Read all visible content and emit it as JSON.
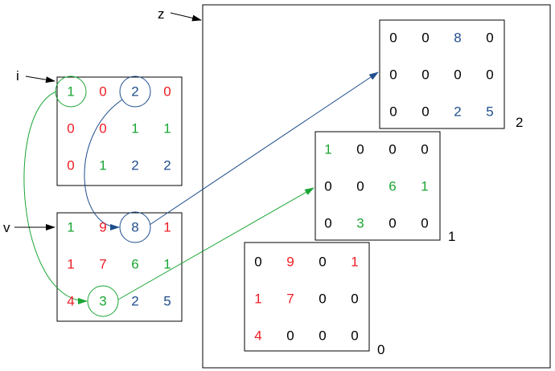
{
  "colors": {
    "black": "#000000",
    "red": "#ee1c24",
    "green": "#1aa534",
    "blue": "#1f4e8c"
  },
  "labels": {
    "i": "i",
    "v": "v",
    "z": "z",
    "slice0": "0",
    "slice1": "1",
    "slice2": "2"
  },
  "matrix_i": [
    [
      {
        "v": "1",
        "c": "green"
      },
      {
        "v": "0",
        "c": "red"
      },
      {
        "v": "2",
        "c": "blue"
      },
      {
        "v": "0",
        "c": "red"
      }
    ],
    [
      {
        "v": "0",
        "c": "red"
      },
      {
        "v": "0",
        "c": "red"
      },
      {
        "v": "1",
        "c": "green"
      },
      {
        "v": "1",
        "c": "green"
      }
    ],
    [
      {
        "v": "0",
        "c": "red"
      },
      {
        "v": "1",
        "c": "green"
      },
      {
        "v": "2",
        "c": "blue"
      },
      {
        "v": "2",
        "c": "blue"
      }
    ]
  ],
  "matrix_v": [
    [
      {
        "v": "1",
        "c": "green"
      },
      {
        "v": "9",
        "c": "red"
      },
      {
        "v": "8",
        "c": "blue"
      },
      {
        "v": "1",
        "c": "red"
      }
    ],
    [
      {
        "v": "1",
        "c": "red"
      },
      {
        "v": "7",
        "c": "red"
      },
      {
        "v": "6",
        "c": "green"
      },
      {
        "v": "1",
        "c": "green"
      }
    ],
    [
      {
        "v": "4",
        "c": "red"
      },
      {
        "v": "3",
        "c": "green"
      },
      {
        "v": "2",
        "c": "blue"
      },
      {
        "v": "5",
        "c": "blue"
      }
    ]
  ],
  "matrix_z0": [
    [
      {
        "v": "0",
        "c": "black"
      },
      {
        "v": "9",
        "c": "red"
      },
      {
        "v": "0",
        "c": "black"
      },
      {
        "v": "1",
        "c": "red"
      }
    ],
    [
      {
        "v": "1",
        "c": "red"
      },
      {
        "v": "7",
        "c": "red"
      },
      {
        "v": "0",
        "c": "black"
      },
      {
        "v": "0",
        "c": "black"
      }
    ],
    [
      {
        "v": "4",
        "c": "red"
      },
      {
        "v": "0",
        "c": "black"
      },
      {
        "v": "0",
        "c": "black"
      },
      {
        "v": "0",
        "c": "black"
      }
    ]
  ],
  "matrix_z1": [
    [
      {
        "v": "1",
        "c": "green"
      },
      {
        "v": "0",
        "c": "black"
      },
      {
        "v": "0",
        "c": "black"
      },
      {
        "v": "0",
        "c": "black"
      }
    ],
    [
      {
        "v": "0",
        "c": "black"
      },
      {
        "v": "0",
        "c": "black"
      },
      {
        "v": "6",
        "c": "green"
      },
      {
        "v": "1",
        "c": "green"
      }
    ],
    [
      {
        "v": "0",
        "c": "black"
      },
      {
        "v": "3",
        "c": "green"
      },
      {
        "v": "0",
        "c": "black"
      },
      {
        "v": "0",
        "c": "black"
      }
    ]
  ],
  "matrix_z2": [
    [
      {
        "v": "0",
        "c": "black"
      },
      {
        "v": "0",
        "c": "black"
      },
      {
        "v": "8",
        "c": "blue"
      },
      {
        "v": "0",
        "c": "black"
      }
    ],
    [
      {
        "v": "0",
        "c": "black"
      },
      {
        "v": "0",
        "c": "black"
      },
      {
        "v": "0",
        "c": "black"
      },
      {
        "v": "0",
        "c": "black"
      }
    ],
    [
      {
        "v": "0",
        "c": "black"
      },
      {
        "v": "0",
        "c": "black"
      },
      {
        "v": "2",
        "c": "blue"
      },
      {
        "v": "5",
        "c": "blue"
      }
    ]
  ]
}
